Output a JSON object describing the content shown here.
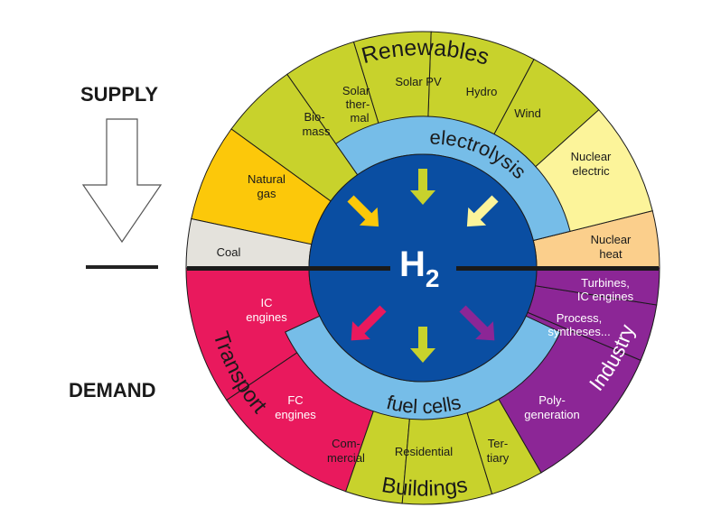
{
  "left": {
    "supply_label": "SUPPLY",
    "demand_label": "DEMAND"
  },
  "center": {
    "label_main": "H",
    "label_sub": "2"
  },
  "rings": {
    "renewables_title": "Renewables",
    "electrolysis_title": "electrolysis",
    "fuel_cells_title": "fuel cells",
    "buildings_title": "Buildings",
    "transport_title": "Transport",
    "industry_title": "Industry"
  },
  "segments": {
    "coal": "Coal",
    "natural_gas": [
      "Natural",
      "gas"
    ],
    "biomass": [
      "Bio-",
      "mass"
    ],
    "solar_thermal": [
      "Solar",
      "ther-",
      "mal"
    ],
    "solar_pv": "Solar PV",
    "hydro": "Hydro",
    "wind": "Wind",
    "nuclear_electric": [
      "Nuclear",
      "electric"
    ],
    "nuclear_heat": [
      "Nuclear",
      "heat"
    ],
    "turbines": [
      "Turbines,",
      "IC engines"
    ],
    "process": [
      "Process,",
      "syntheses..."
    ],
    "polygeneration": [
      "Poly-",
      "generation"
    ],
    "tertiary": [
      "Ter-",
      "tiary"
    ],
    "residential": "Residential",
    "commercial": [
      "Com-",
      "mercial"
    ],
    "fc_engines": [
      "FC",
      "engines"
    ],
    "ic_engines": [
      "IC",
      "engines"
    ]
  },
  "colors": {
    "renewables": "#c8d22c",
    "fossil": "#fcc80a",
    "coal": "#e4e2dc",
    "nuclear_electric": "#fcf49a",
    "nuclear_heat": "#fbcf8c",
    "transport": "#e9195d",
    "industry": "#8c2696",
    "buildings": "#c8d22c",
    "inner_ring": "#76bde8",
    "core": "#0a4ea2",
    "outline": "#1a1a1a"
  }
}
